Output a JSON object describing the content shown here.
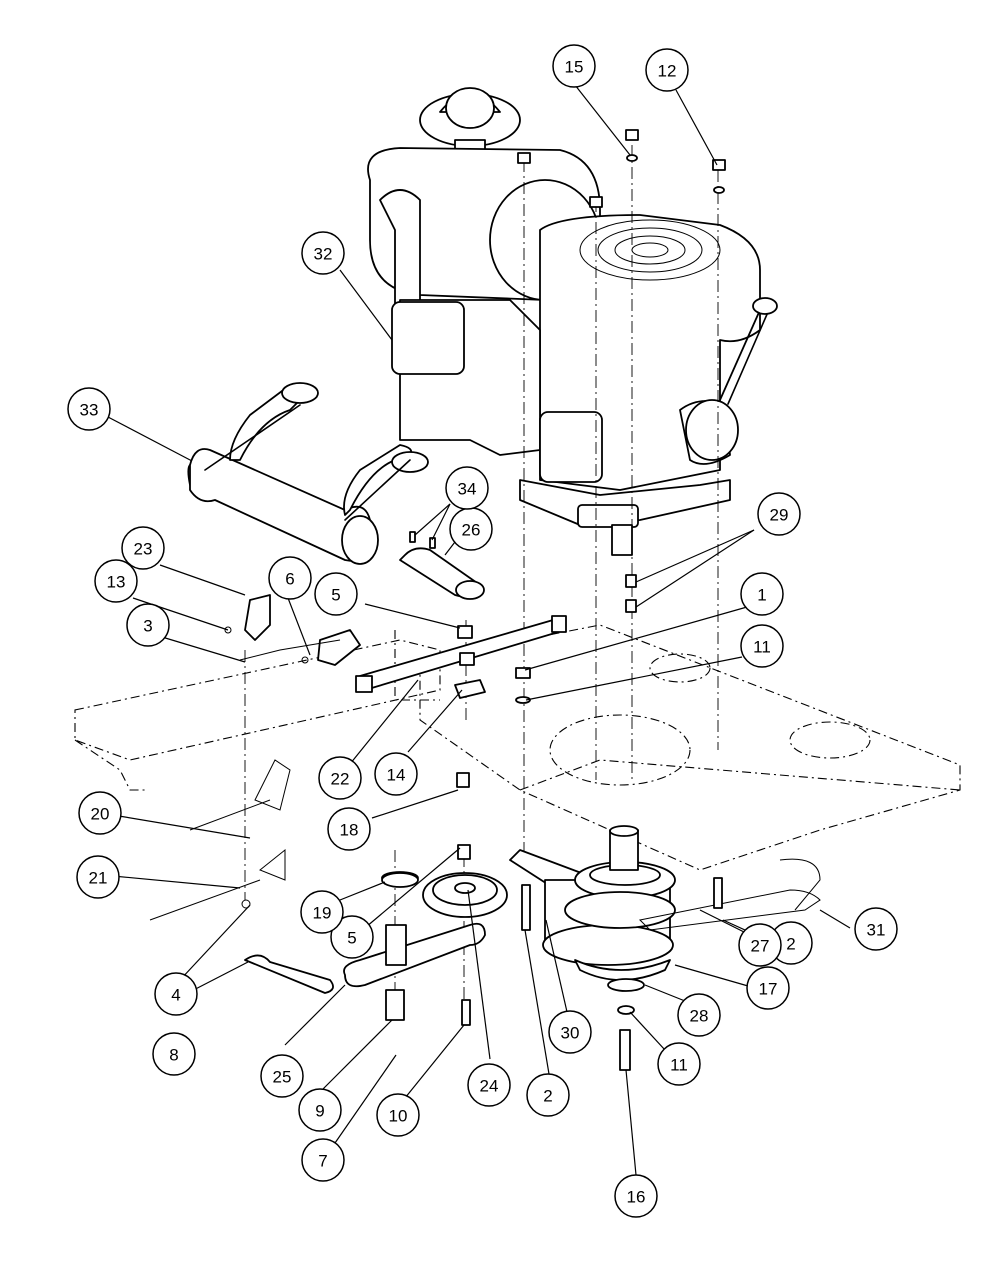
{
  "callouts": [
    {
      "id": "c1",
      "label": "1"
    },
    {
      "id": "c2a",
      "label": "2"
    },
    {
      "id": "c2b",
      "label": "2"
    },
    {
      "id": "c3",
      "label": "3"
    },
    {
      "id": "c4",
      "label": "4"
    },
    {
      "id": "c5a",
      "label": "5"
    },
    {
      "id": "c5b",
      "label": "5"
    },
    {
      "id": "c6",
      "label": "6"
    },
    {
      "id": "c7",
      "label": "7"
    },
    {
      "id": "c8",
      "label": "8"
    },
    {
      "id": "c9",
      "label": "9"
    },
    {
      "id": "c10",
      "label": "10"
    },
    {
      "id": "c11a",
      "label": "11"
    },
    {
      "id": "c11b",
      "label": "11"
    },
    {
      "id": "c12",
      "label": "12"
    },
    {
      "id": "c13",
      "label": "13"
    },
    {
      "id": "c14",
      "label": "14"
    },
    {
      "id": "c15",
      "label": "15"
    },
    {
      "id": "c16",
      "label": "16"
    },
    {
      "id": "c17",
      "label": "17"
    },
    {
      "id": "c18",
      "label": "18"
    },
    {
      "id": "c19",
      "label": "19"
    },
    {
      "id": "c20",
      "label": "20"
    },
    {
      "id": "c21",
      "label": "21"
    },
    {
      "id": "c22",
      "label": "22"
    },
    {
      "id": "c23",
      "label": "23"
    },
    {
      "id": "c24",
      "label": "24"
    },
    {
      "id": "c25",
      "label": "25"
    },
    {
      "id": "c26",
      "label": "26"
    },
    {
      "id": "c27",
      "label": "27"
    },
    {
      "id": "c28",
      "label": "28"
    },
    {
      "id": "c29",
      "label": "29"
    },
    {
      "id": "c30",
      "label": "30"
    },
    {
      "id": "c31",
      "label": "31"
    },
    {
      "id": "c32",
      "label": "32"
    },
    {
      "id": "c33",
      "label": "33"
    },
    {
      "id": "c34",
      "label": "34"
    }
  ]
}
